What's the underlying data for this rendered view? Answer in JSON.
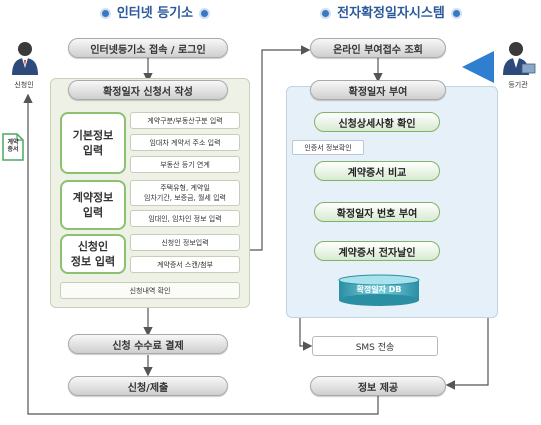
{
  "left_title": "인터넷 등기소",
  "right_title": "전자확정일자시스템",
  "left_flow": {
    "login": "인터넷등기소 접속 / 로그인",
    "apply": "확정일자 신청서 작성",
    "fee": "신청 수수료 결제",
    "submit": "신청/제출"
  },
  "categories": [
    {
      "label_line1": "기본정보",
      "label_line2": "입력",
      "items": [
        "계약구분/부동산구분 입력",
        "임대차 계약서 주소 입력",
        "부동산 등기 연계"
      ]
    },
    {
      "label_line1": "계약정보",
      "label_line2": "입력",
      "items": [
        "주택유형, 계약일\n임차기간, 보증금, 월세 입력",
        "임대인, 임차인 정보 입력"
      ]
    },
    {
      "label_line1": "신청인",
      "label_line2": "정보 입력",
      "items": [
        "신청인 정보입력",
        "계약증서 스캔/첨부"
      ]
    }
  ],
  "confirm_item": "신청내역 확인",
  "right_flow": {
    "receive": "온라인 부여접수 조회",
    "grant": "확정일자 부여",
    "detail": "신청상세사항 확인",
    "cert_check": "인증서 정보확인",
    "compare": "계약증서 비교",
    "number": "확정일자 번호 부여",
    "seal": "계약증서 전자날인",
    "db": "확정일자 DB",
    "sms": "SMS 전송",
    "provide": "정보 제공"
  },
  "actors": {
    "applicant": "신청인",
    "official": "등기관",
    "document": "계약\n증서"
  },
  "colors": {
    "title_blue": "#2a5a9a",
    "green_border": "#8dc06f",
    "arrow_blue": "#2f7fd0",
    "db_teal": "#3aa6b8"
  }
}
